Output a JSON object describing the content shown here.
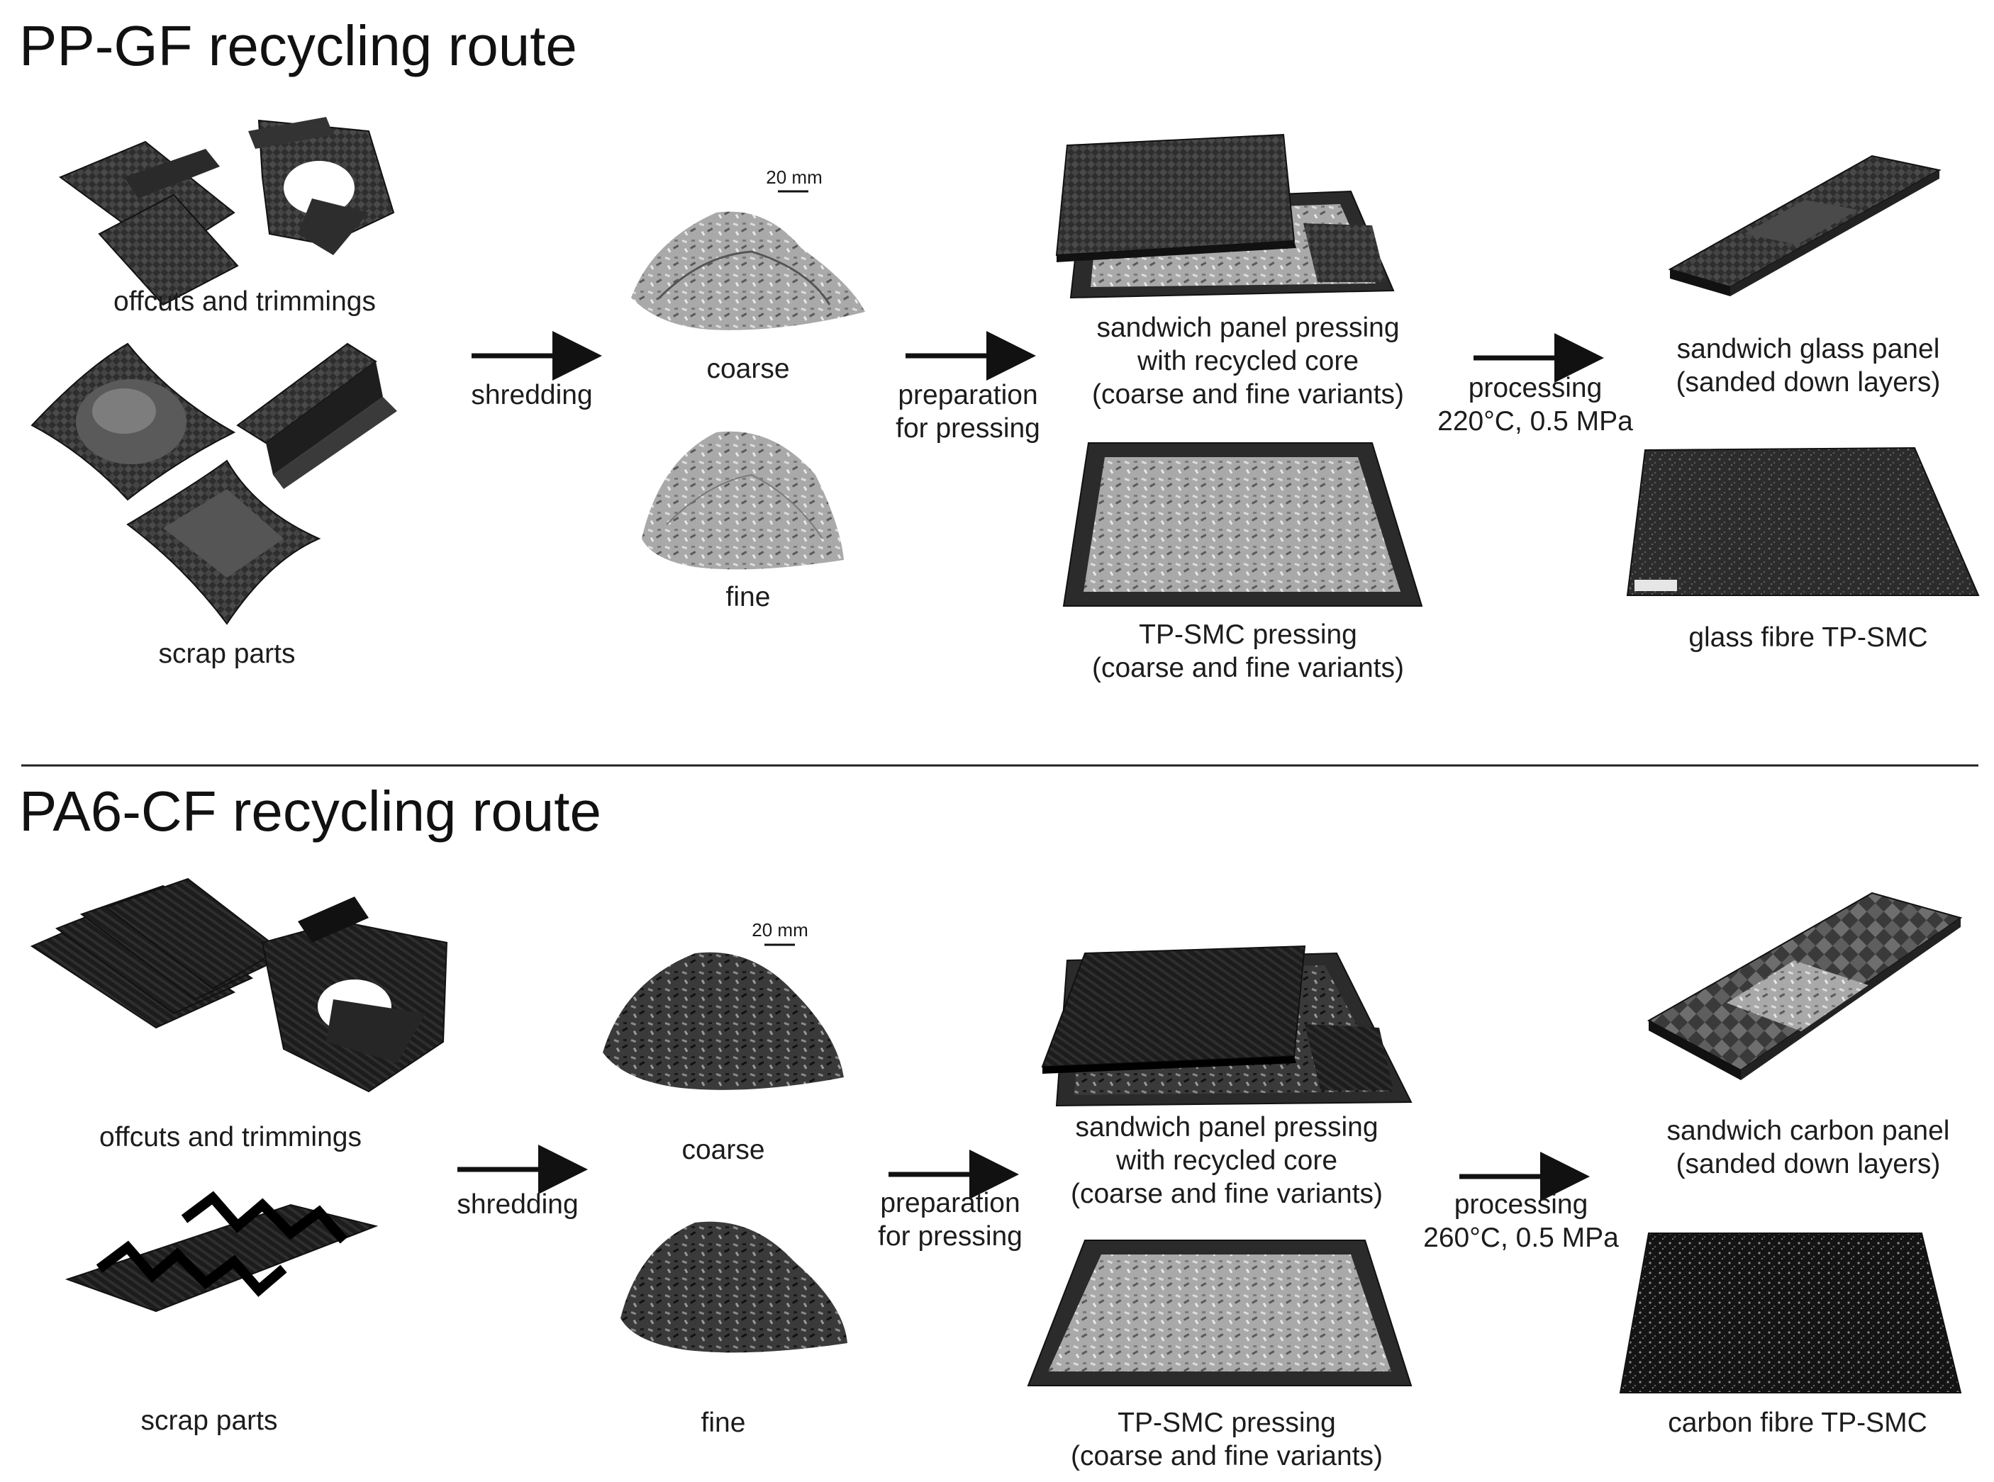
{
  "colors": {
    "background": "#ffffff",
    "text": "#1c1c1c",
    "arrow": "#111111",
    "divider": "#222222"
  },
  "routes": [
    {
      "title": "PP-GF recycling route",
      "inputs": {
        "offcuts_label": "offcuts and trimmings",
        "scrap_label": "scrap parts"
      },
      "shredding_label": "shredding",
      "shred": {
        "coarse_label": "coarse",
        "fine_label": "fine",
        "scale_label": "20 mm"
      },
      "preparation": {
        "line1": "preparation",
        "line2": "for pressing"
      },
      "pressing": {
        "sandwich": {
          "line1": "sandwich panel pressing",
          "line2": "with recycled core",
          "line3": "(coarse and fine variants)"
        },
        "tpsmc": {
          "line1": "TP-SMC pressing",
          "line2": "(coarse and fine variants)"
        }
      },
      "processing": {
        "line1": "processing",
        "line2": "220°C, 0.5 MPa"
      },
      "outputs": {
        "sandwich": {
          "line1": "sandwich glass panel",
          "line2": "(sanded down layers)"
        },
        "tpsmc": "glass fibre TP-SMC"
      }
    },
    {
      "title": "PA6-CF recycling route",
      "inputs": {
        "offcuts_label": "offcuts and trimmings",
        "scrap_label": "scrap parts"
      },
      "shredding_label": "shredding",
      "shred": {
        "coarse_label": "coarse",
        "fine_label": "fine",
        "scale_label": "20 mm"
      },
      "preparation": {
        "line1": "preparation",
        "line2": "for pressing"
      },
      "pressing": {
        "sandwich": {
          "line1": "sandwich panel pressing",
          "line2": "with recycled core",
          "line3": "(coarse and fine variants)"
        },
        "tpsmc": {
          "line1": "TP-SMC pressing",
          "line2": "(coarse and fine variants)"
        }
      },
      "processing": {
        "line1": "processing",
        "line2": "260°C, 0.5 MPa"
      },
      "outputs": {
        "sandwich": {
          "line1": "sandwich carbon panel",
          "line2": "(sanded down layers)"
        },
        "tpsmc": "carbon fibre TP-SMC"
      }
    }
  ]
}
